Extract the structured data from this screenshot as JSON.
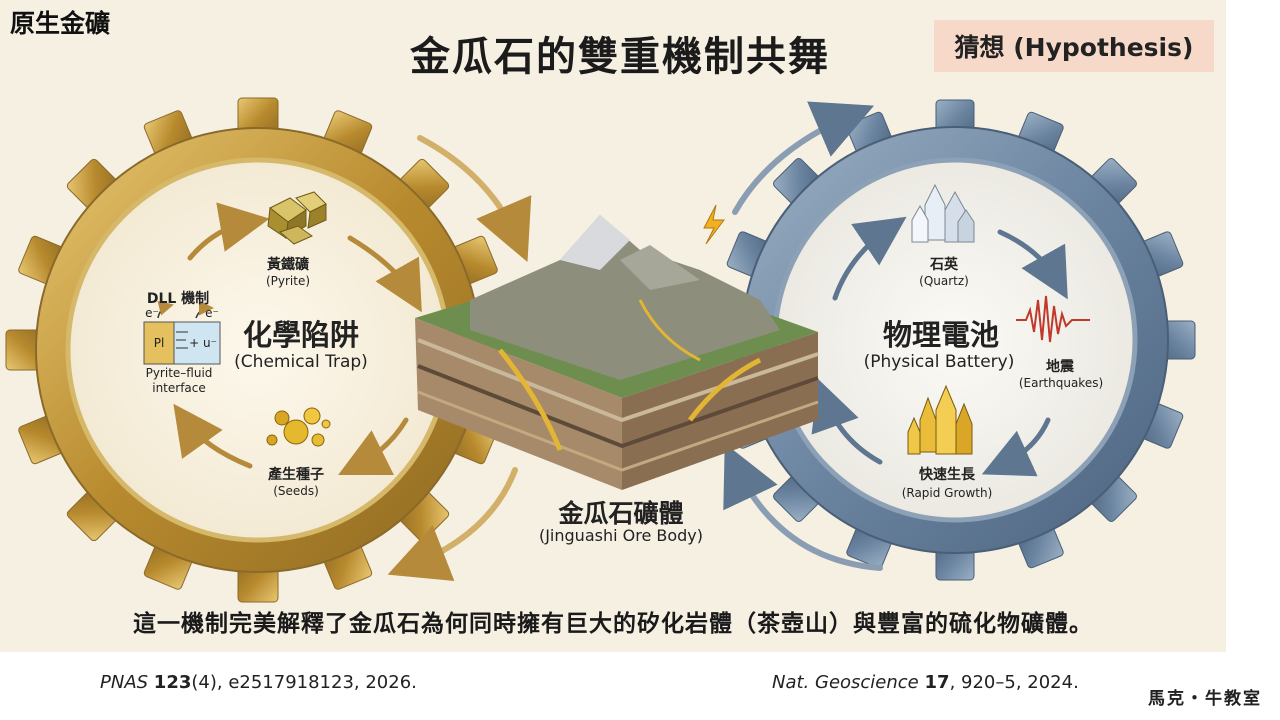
{
  "corner_title": "原生金礦",
  "title": "金瓜石的雙重機制共舞",
  "badge": "猜想 (Hypothesis)",
  "chemical_trap": {
    "name_cn": "化學陷阱",
    "name_en": "(Chemical Trap)",
    "pyrite_cn": "黃鐵礦",
    "pyrite_en": "(Pyrite)",
    "seeds_cn": "產生種子",
    "seeds_en": "(Seeds)",
    "dll_label": "DLL 機制",
    "electron_left": "e⁻",
    "electron_right": "e⁻",
    "interface_left": "Pl",
    "interface_right": "+ u⁻",
    "interface_caption_1": "Pyrite–fluid",
    "interface_caption_2": "interface"
  },
  "physical_battery": {
    "name_cn": "物理電池",
    "name_en": "(Physical Battery)",
    "quartz_cn": "石英",
    "quartz_en": "(Quartz)",
    "quake_cn": "地震",
    "quake_en": "(Earthquakes)",
    "growth_cn": "快速生長",
    "growth_en": "(Rapid Growth)"
  },
  "ore_body": {
    "name_cn": "金瓜石礦體",
    "name_en": "(Jinguashi Ore Body)"
  },
  "summary": "這一機制完美解釋了金瓜石為何同時擁有巨大的矽化岩體（茶壺山）與豐富的硫化物礦體。",
  "refs": {
    "left": {
      "journal": "PNAS",
      "volume": "123",
      "rest": "(4), e2517918123, 2026."
    },
    "right": {
      "journal": "Nat. Geoscience",
      "volume": "17",
      "rest": ", 920–5, 2024."
    }
  },
  "signature": "馬克・牛教室",
  "colors": {
    "gold_gear": "#c9a247",
    "steel_gear": "#6d86a0",
    "badge_bg": "#f7d9c9"
  }
}
